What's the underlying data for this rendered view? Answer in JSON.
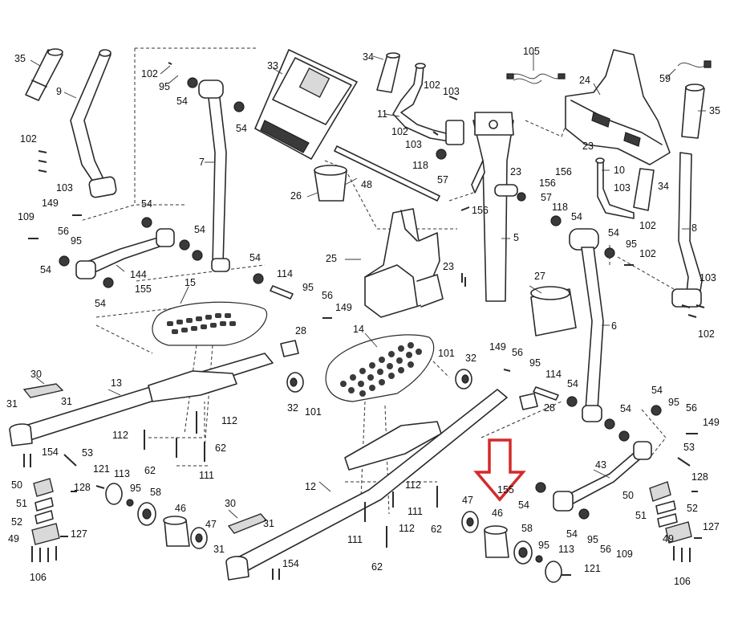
{
  "callouts": {
    "l35a": "35",
    "l9": "9",
    "l102a": "102",
    "l95a": "95",
    "l54a": "54",
    "l54b": "54",
    "l33": "33",
    "l34a": "34",
    "l105": "105",
    "l59": "59",
    "l24": "24",
    "l35b": "35",
    "l102b": "102",
    "l103a": "103",
    "l7": "7",
    "l11": "11",
    "l102c": "102",
    "l103b": "103",
    "l118a": "118",
    "l57a": "57",
    "l156a": "156",
    "l23a": "23",
    "l10": "10",
    "l103c": "103",
    "l34b": "34",
    "l102d": "102",
    "l8": "8",
    "l26": "26",
    "l48": "48",
    "l156b": "156",
    "l57b": "57",
    "l156c": "156",
    "l118b": "118",
    "l54c": "54",
    "l149a": "149",
    "l109a": "109",
    "l56a": "56",
    "l95b": "95",
    "l54d": "54",
    "l54e": "54",
    "l5": "5",
    "l54f": "54",
    "l95c": "95",
    "l102e": "102",
    "l25": "25",
    "l144": "144",
    "l54g": "54",
    "l155a": "155",
    "l54h": "54",
    "l114a": "114",
    "l95d": "95",
    "l56b": "56",
    "l149b": "149",
    "l23b": "23",
    "l27": "27",
    "l103d": "103",
    "l102f": "102",
    "l6": "6",
    "l15": "15",
    "l28a": "28",
    "l14": "14",
    "l101a": "101",
    "l32a": "32",
    "l149c": "149",
    "l56c": "56",
    "l95e": "95",
    "l114b": "114",
    "l30a": "30",
    "l31a": "31",
    "l31b": "31",
    "l13": "13",
    "l32b": "32",
    "l101b": "101",
    "l54i": "54",
    "l28b": "28",
    "l54j": "54",
    "l95f": "95",
    "l56d": "56",
    "l149d": "149",
    "l54k": "54",
    "l112a": "112",
    "l112b": "112",
    "l62a": "62",
    "l62b": "62",
    "l111a": "111",
    "l154a": "154",
    "l53a": "53",
    "l121a": "121",
    "l113a": "113",
    "l50a": "50",
    "l128a": "128",
    "l51a": "51",
    "l95g": "95",
    "l58a": "58",
    "l52a": "52",
    "l46a": "46",
    "l49a": "49",
    "l47a": "47",
    "l127a": "127",
    "l106a": "106",
    "l12": "12",
    "l30b": "30",
    "l31c": "31",
    "l31d": "31",
    "l112c": "112",
    "l111b": "111",
    "l112d": "112",
    "l111c": "111",
    "l62c": "62",
    "l62d": "62",
    "l154b": "154",
    "l53b": "53",
    "l43": "43",
    "l128b": "128",
    "l155b": "155",
    "l54l": "54",
    "l50b": "50",
    "l51b": "51",
    "l52b": "52",
    "l47b": "47",
    "l46b": "46",
    "l58b": "58",
    "l95h": "95",
    "l54m": "54",
    "l95i": "95",
    "l56e": "56",
    "l109b": "109",
    "l113b": "113",
    "l121b": "121",
    "l49b": "49",
    "l127b": "127",
    "l106b": "106",
    "l23c": "23"
  },
  "colors": {
    "highlight_arrow": "#d42a2a",
    "line": "#2a2a2a"
  }
}
